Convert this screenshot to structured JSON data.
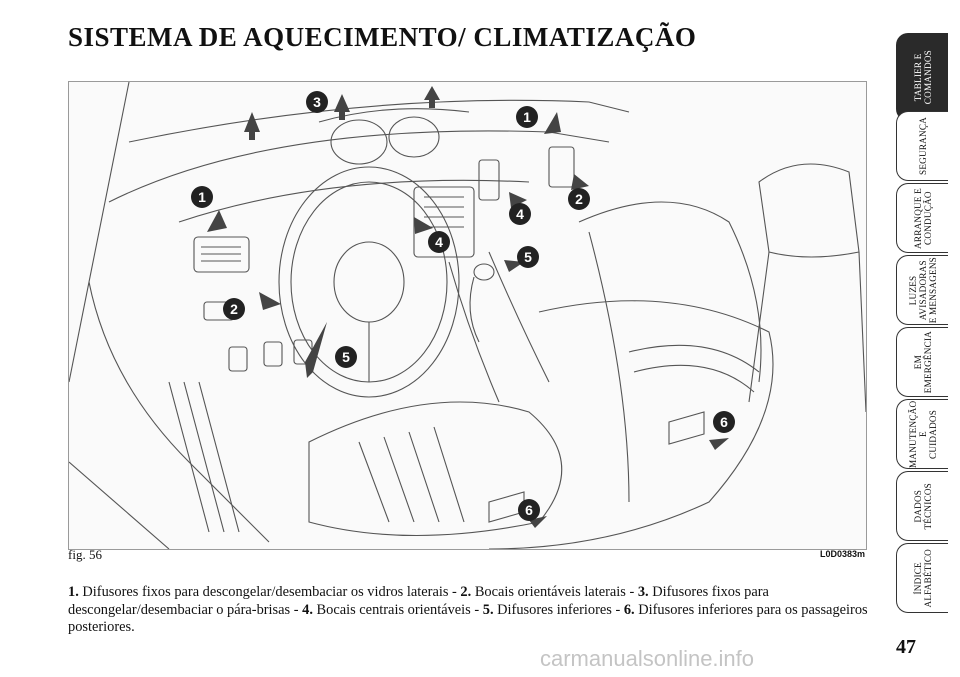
{
  "page": {
    "title": "SISTEMA DE AQUECIMENTO/ CLIMATIZAÇÃO",
    "number": "47",
    "watermark": "carmanualsonline.info"
  },
  "figure": {
    "caption": "fig. 56",
    "code": "L0D0383m",
    "callouts": [
      "1",
      "1",
      "2",
      "2",
      "3",
      "4",
      "4",
      "5",
      "5",
      "6",
      "6"
    ]
  },
  "legend": [
    {
      "num": "1.",
      "text": " Difusores fixos para descongelar/desembaciar os vidros laterais - "
    },
    {
      "num": "2.",
      "text": " Bocais orientáveis laterais - "
    },
    {
      "num": "3.",
      "text": " Difusores fixos para descongelar/desembaciar o pára-brisas - "
    },
    {
      "num": "4.",
      "text": " Bocais centrais orientáveis - "
    },
    {
      "num": "5.",
      "text": " Difusores inferiores - "
    },
    {
      "num": "6.",
      "text": " Difusores inferiores para os passageiros posteriores."
    }
  ],
  "tabs": [
    {
      "label": "TABLIER E\nCOMANDOS",
      "active": true
    },
    {
      "label": "SEGURANÇA",
      "active": false
    },
    {
      "label": "ARRANQUE E\nCONDUÇÃO",
      "active": false
    },
    {
      "label": "LUZES\nAVISADORAS\nE MENSAGENS",
      "active": false
    },
    {
      "label": "EM\nEMERGÊNCIA",
      "active": false
    },
    {
      "label": "MANUTENÇÃO E\nCUIDADOS",
      "active": false
    },
    {
      "label": "DADOS\nTÉCNICOS",
      "active": false
    },
    {
      "label": "ÍNDICE\nALFABÉTICO",
      "active": false
    }
  ]
}
